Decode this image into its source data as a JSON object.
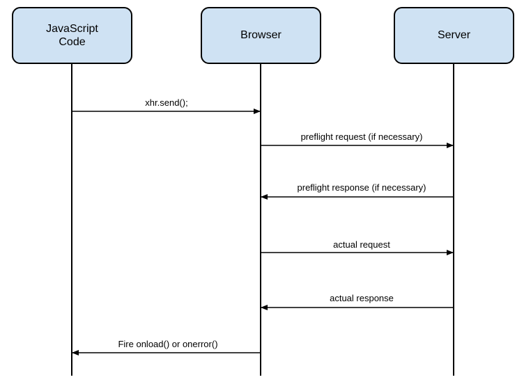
{
  "actors": [
    {
      "id": "js",
      "label": "JavaScript\nCode"
    },
    {
      "id": "browser",
      "label": "Browser"
    },
    {
      "id": "server",
      "label": "Server"
    }
  ],
  "messages": [
    {
      "from": "js",
      "to": "browser",
      "label": "xhr.send();"
    },
    {
      "from": "browser",
      "to": "server",
      "label": "preflight request (if necessary)"
    },
    {
      "from": "server",
      "to": "browser",
      "label": "preflight response (if necessary)"
    },
    {
      "from": "browser",
      "to": "server",
      "label": "actual request"
    },
    {
      "from": "server",
      "to": "browser",
      "label": "actual response"
    },
    {
      "from": "browser",
      "to": "js",
      "label": "Fire onload() or onerror()"
    }
  ],
  "colors": {
    "actor_fill": "#cfe2f3",
    "stroke": "#000000"
  }
}
